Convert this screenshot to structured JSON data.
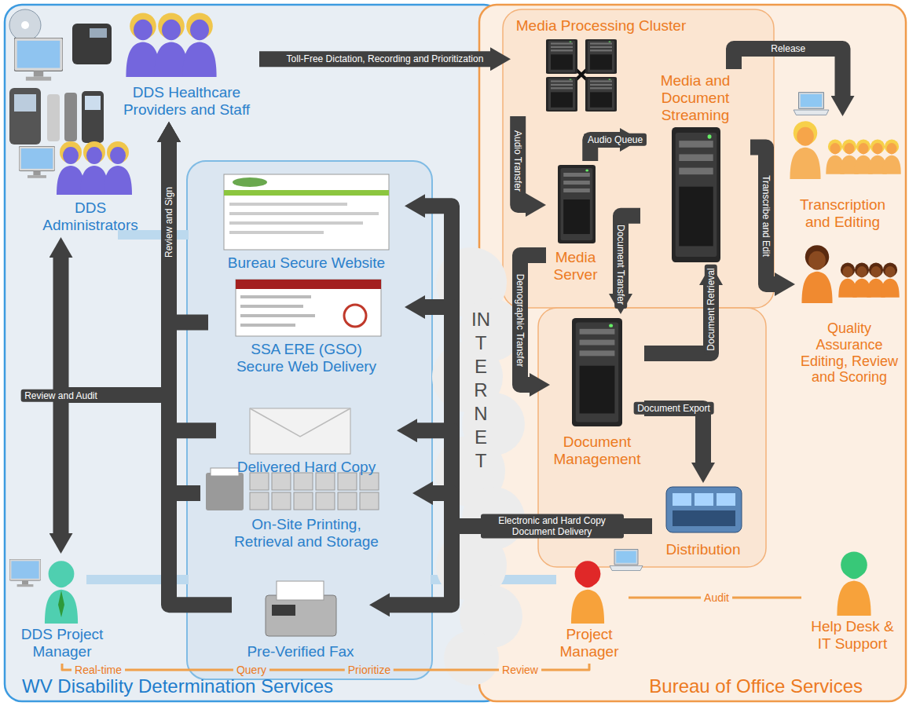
{
  "diagram": {
    "nodes": [
      {
        "text": [
          "WV Disability Determination Services"
        ]
      },
      {
        "text": [
          "Bureau of Office Services"
        ]
      },
      {
        "text": [
          "DDS Healthcare Providers and Staff"
        ],
        "in": 0
      },
      {
        "text": [
          "DDS Administrators"
        ],
        "in": 0
      },
      {
        "text": [
          "DDS Project Manager"
        ],
        "in": 0
      },
      {
        "text": [
          "Bureau Secure Website"
        ],
        "in": 0
      },
      {
        "text": [
          "SSA ERE (GSO) Secure Web Delivery"
        ],
        "in": 0
      },
      {
        "text": [
          "Delivered Hard Copy"
        ],
        "in": 0
      },
      {
        "text": [
          "On-Site Printing, Retrieval and Storage"
        ],
        "in": 0
      },
      {
        "text": [
          "Pre-Verified Fax"
        ],
        "in": 0
      },
      {
        "text": [
          "Media Processing Cluster"
        ],
        "in": 1
      },
      {
        "text": [
          "Media and Document Streaming"
        ],
        "in": 1
      },
      {
        "text": [
          "Media Server"
        ],
        "in": 1
      },
      {
        "text": [
          "Document Management"
        ],
        "in": 1
      },
      {
        "text": [
          "Distribution"
        ],
        "in": 1
      },
      {
        "text": [
          "Transcription and Editing"
        ],
        "in": 1
      },
      {
        "text": [
          "Quality Assurance Editing, Review and Scoring"
        ],
        "in": 1
      },
      {
        "text": [
          "Project Manager"
        ],
        "in": 1
      },
      {
        "text": [
          "Help Desk & IT Support"
        ],
        "in": 1
      }
    ],
    "edges": [
      {
        "from": 2,
        "to": 10,
        "label": "Toll-Free Dictation, Recording and Prioritization",
        "arrow": "to"
      },
      {
        "from": 10,
        "to": 12,
        "label": "Audio Transfer",
        "arrow": "to"
      },
      {
        "from": 12,
        "to": 11,
        "label": "Audio Queue",
        "arrow": "to"
      },
      {
        "from": 12,
        "to": 13,
        "label": "Demographic Transfer",
        "arrow": "to"
      },
      {
        "from": 11,
        "to": 13,
        "label": "Document Transfer",
        "arrow": "to"
      },
      {
        "from": 13,
        "to": 11,
        "label": "Document Retrieval",
        "arrow": "to"
      },
      {
        "from": 11,
        "to": 15,
        "label": "Release",
        "arrow": "to"
      },
      {
        "from": 11,
        "to": 16,
        "label": "Transcribe and Edit",
        "arrow": "to"
      },
      {
        "from": 13,
        "to": 14,
        "label": "Document Export",
        "arrow": "to"
      },
      {
        "from": 14,
        "to": 5,
        "arrow": "to"
      },
      {
        "from": 14,
        "to": 6,
        "arrow": "to"
      },
      {
        "from": 14,
        "to": 7,
        "arrow": "to"
      },
      {
        "from": 14,
        "to": 8,
        "label": "Electronic and Hard Copy Document Delivery",
        "arrow": "to"
      },
      {
        "from": 14,
        "to": 9,
        "arrow": "to"
      },
      {
        "from": 6,
        "to": 2,
        "label": "Review and Sign",
        "arrow": "to"
      },
      {
        "from": 7,
        "to": 2,
        "arrow": "to"
      },
      {
        "from": 8,
        "to": 2,
        "arrow": "to"
      },
      {
        "from": 9,
        "to": 2,
        "arrow": "to"
      },
      {
        "from": 3,
        "to": 4,
        "label": "Review and Audit",
        "arrow": "both"
      },
      {
        "from": 4,
        "to": 17,
        "arrow": "none"
      },
      {
        "from": 17,
        "to": 18,
        "arrow": "none"
      }
    ],
    "labels": [
      "INTERNET",
      "Real-time",
      "Query",
      "Prioritize",
      "Review",
      "Audit"
    ]
  }
}
